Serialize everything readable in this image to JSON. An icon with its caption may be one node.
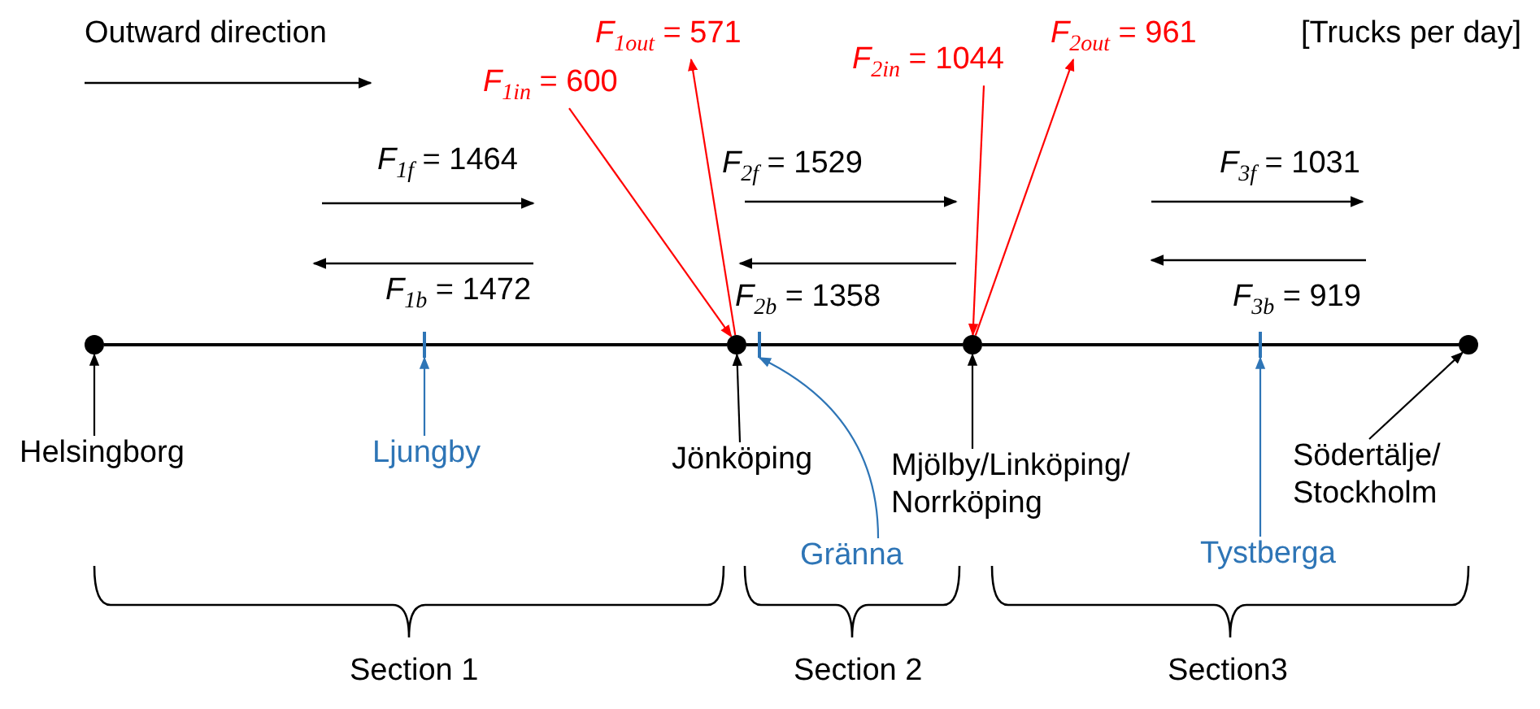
{
  "diagram": {
    "nodes": [
      {
        "text": [],
        "shape": "circle"
      },
      {
        "text": [],
        "shape": "bar"
      },
      {
        "text": [],
        "shape": "circle"
      },
      {
        "text": [],
        "shape": "bar"
      },
      {
        "text": [],
        "shape": "circle"
      },
      {
        "text": [],
        "shape": "bar"
      },
      {
        "text": [],
        "shape": "circle"
      },
      {
        "text": [
          "Helsingborg"
        ]
      },
      {
        "text": [
          "Ljungby"
        ]
      },
      {
        "text": [
          "Jönköping"
        ]
      },
      {
        "text": [
          "Gränna"
        ]
      },
      {
        "text": [
          "Mjölby/Linköping/ Norrköping"
        ]
      },
      {
        "text": [
          "Södertälje/ Stockholm"
        ]
      },
      {
        "text": [
          "Tystberga"
        ]
      },
      {
        "text": [
          "*F*$_{1in}$ = 600"
        ]
      },
      {
        "text": [
          "*F*$_{1out}$ = 571"
        ]
      },
      {
        "text": [
          "*F*$_{2in}$ = 1044"
        ]
      },
      {
        "text": [
          "*F*$_{2out}$ = 961"
        ]
      }
    ],
    "edges": [
      {
        "from": 7,
        "to": 0,
        "arrow": "to"
      },
      {
        "from": 8,
        "to": 1,
        "arrow": "to",
        "color": "#2e75b6"
      },
      {
        "from": 9,
        "to": 2,
        "arrow": "to"
      },
      {
        "from": 10,
        "to": 3,
        "arrow": "to",
        "color": "#2e75b6"
      },
      {
        "from": 11,
        "to": 4,
        "arrow": "to"
      },
      {
        "from": 13,
        "to": 5,
        "arrow": "to",
        "color": "#2e75b6"
      },
      {
        "from": 12,
        "to": 6,
        "arrow": "to"
      },
      {
        "from": 14,
        "to": 2,
        "arrow": "to",
        "color": "#ff0000"
      },
      {
        "from": 2,
        "to": 15,
        "arrow": "to",
        "color": "#ff0000"
      },
      {
        "from": 16,
        "to": 4,
        "arrow": "to",
        "color": "#ff0000"
      },
      {
        "from": 4,
        "to": 17,
        "arrow": "to",
        "color": "#ff0000"
      },
      {
        "from": 0,
        "to": 2,
        "arrow": "none"
      },
      {
        "from": 2,
        "to": 4,
        "arrow": "none"
      },
      {
        "from": 4,
        "to": 6,
        "arrow": "none"
      }
    ],
    "labels": [
      "Outward direction",
      "[Trucks per day]",
      "*F*$_{1f}$ = 1464",
      "*F*$_{2f}$ = 1529",
      "*F*$_{3f}$ = 1031",
      "*F*$_{1b}$ = 1472",
      "*F*$_{2b}$ = 1358",
      "*F*$_{3b}$ = 919",
      "Section 1",
      "Section 2",
      "Section3"
    ]
  }
}
